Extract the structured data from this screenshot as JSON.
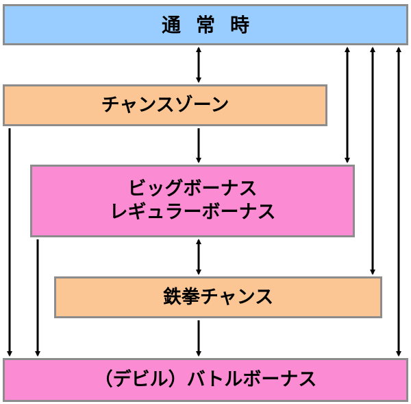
{
  "boxes": {
    "normal": "通常時",
    "chance_zone": "チャンスゾーン",
    "big_bonus": "ビッグボーナス",
    "regular_bonus": "レギュラーボーナス",
    "tekken_chance": "鉄拳チャンス",
    "battle_bonus": "（デビル）バトルボーナス"
  },
  "colors": {
    "normal": "#99ccff",
    "chance": "#fbc694",
    "bonus": "#fb8cd3",
    "border": "#8c8c8c",
    "arrow": "#000000"
  }
}
